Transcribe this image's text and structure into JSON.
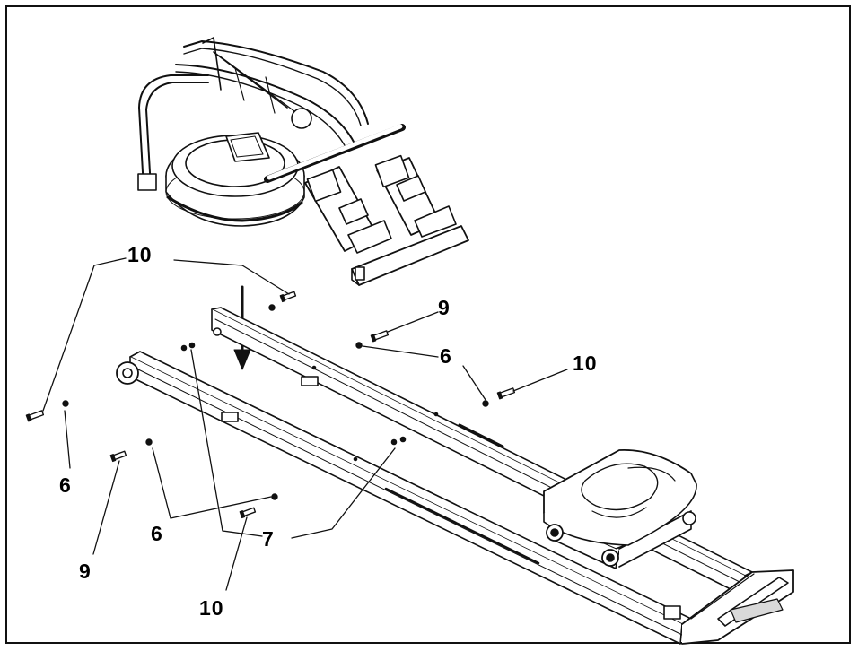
{
  "callouts": {
    "top_left_10": "10",
    "right_9": "9",
    "right_6": "6",
    "right_10": "10",
    "left_6": "6",
    "mid_6": "6",
    "mid_7": "7",
    "bottom_9": "9",
    "bottom_10": "10"
  },
  "colors": {
    "line": "#111111",
    "fill": "#ffffff",
    "shade": "#d9d9d9"
  }
}
